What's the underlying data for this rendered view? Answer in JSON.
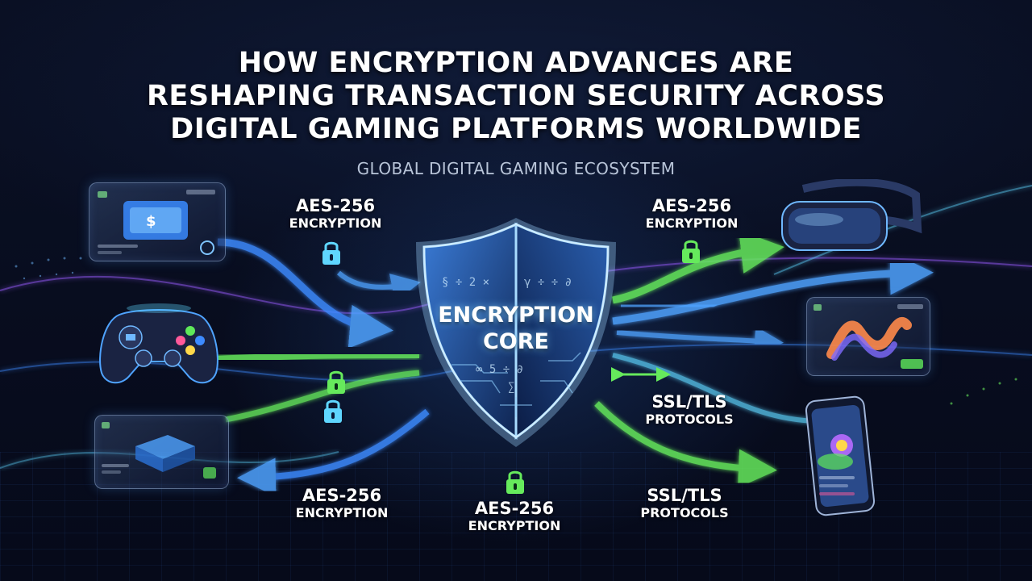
{
  "headline": {
    "line1": "HOW ENCRYPTION ADVANCES ARE",
    "line2": "RESHAPING TRANSACTION SECURITY ACROSS",
    "line3": "DIGITAL GAMING PLATFORMS WORLDWIDE"
  },
  "subheading": "GLOBAL DIGITAL GAMING ECOSYSTEM",
  "core": {
    "line1": "ENCRYPTION",
    "line2": "CORE"
  },
  "labels": {
    "aes_top_left": {
      "big": "AES-256",
      "small": "ENCRYPTION"
    },
    "aes_top_right": {
      "big": "AES-256",
      "small": "ENCRYPTION"
    },
    "aes_bottom_left": {
      "big": "AES-256",
      "small": "ENCRYPTION"
    },
    "aes_bottom_center": {
      "big": "AES-256",
      "small": "ENCRYPTION"
    },
    "ssl_mid_right": {
      "big": "SSL/TLS",
      "small": "PROTOCOLS"
    },
    "ssl_bottom_right": {
      "big": "SSL/TLS",
      "small": "PROTOCOLS"
    }
  },
  "colors": {
    "background": "#070b1c",
    "blue_stream": "#3d8bff",
    "cyan_stream": "#5fd6ff",
    "green_stream": "#5fe85a",
    "purple_stream": "#9a5cff",
    "shield_fill": "#1d3f7a",
    "shield_edge": "#9fd4ff"
  },
  "icons": [
    "game-controller-icon",
    "vr-headset-icon",
    "smartphone-icon",
    "padlock-icon",
    "shield-icon",
    "payment-card-icon",
    "chip-icon",
    "chart-card-icon"
  ]
}
